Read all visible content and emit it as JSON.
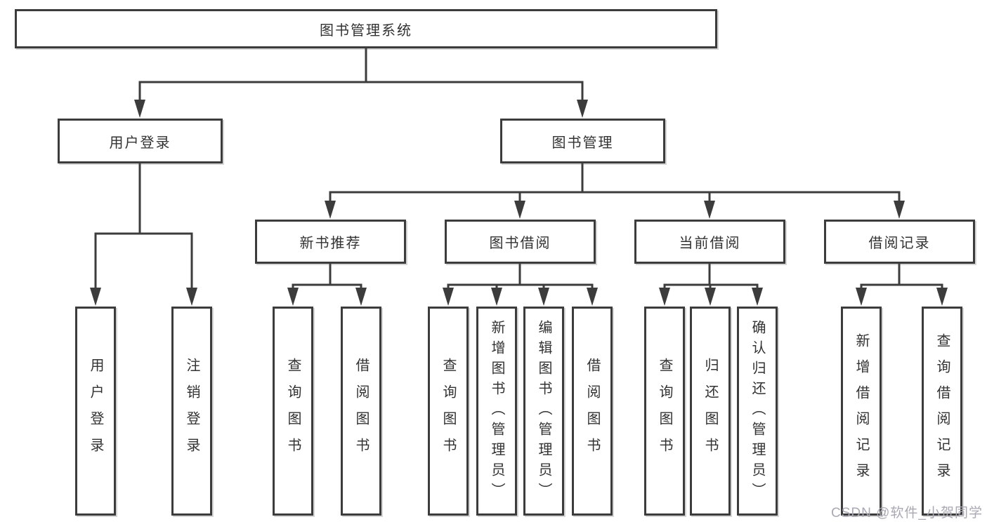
{
  "tree": {
    "root": "图书管理系统",
    "branches": [
      {
        "label": "用户登录",
        "children": [
          "用户登录",
          "注销登录"
        ]
      },
      {
        "label": "图书管理",
        "groups": [
          {
            "label": "新书推荐",
            "children": [
              "查询图书",
              "借阅图书"
            ]
          },
          {
            "label": "图书借阅",
            "children": [
              "查询图书",
              "新增图书（管理员）",
              "编辑图书（管理员）",
              "借阅图书"
            ]
          },
          {
            "label": "当前借阅",
            "children": [
              "查询图书",
              "归还图书",
              "确认归还（管理员）"
            ]
          },
          {
            "label": "借阅记录",
            "children": [
              "新增借阅记录",
              "查询借阅记录"
            ]
          }
        ]
      }
    ]
  },
  "watermark": "CSDN @软件_小贺同学",
  "colors": {
    "line": "#3c3c3c",
    "text": "#323232",
    "watermark": "#a9a9b4",
    "background": "#ffffff"
  }
}
